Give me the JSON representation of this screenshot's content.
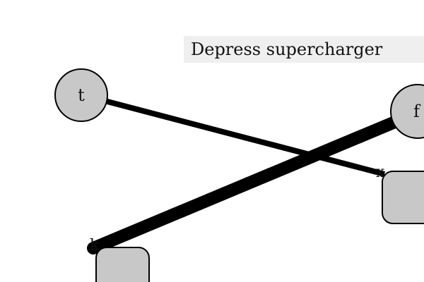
{
  "title": "Depress supercharger",
  "nodes": {
    "t": "t",
    "f": "f"
  },
  "ports": {
    "x": "x",
    "k": "k"
  },
  "colors": {
    "node_fill": "#c8c8c8",
    "title_background": "#efefef",
    "edge": "#000000",
    "background": "#ffffff"
  }
}
